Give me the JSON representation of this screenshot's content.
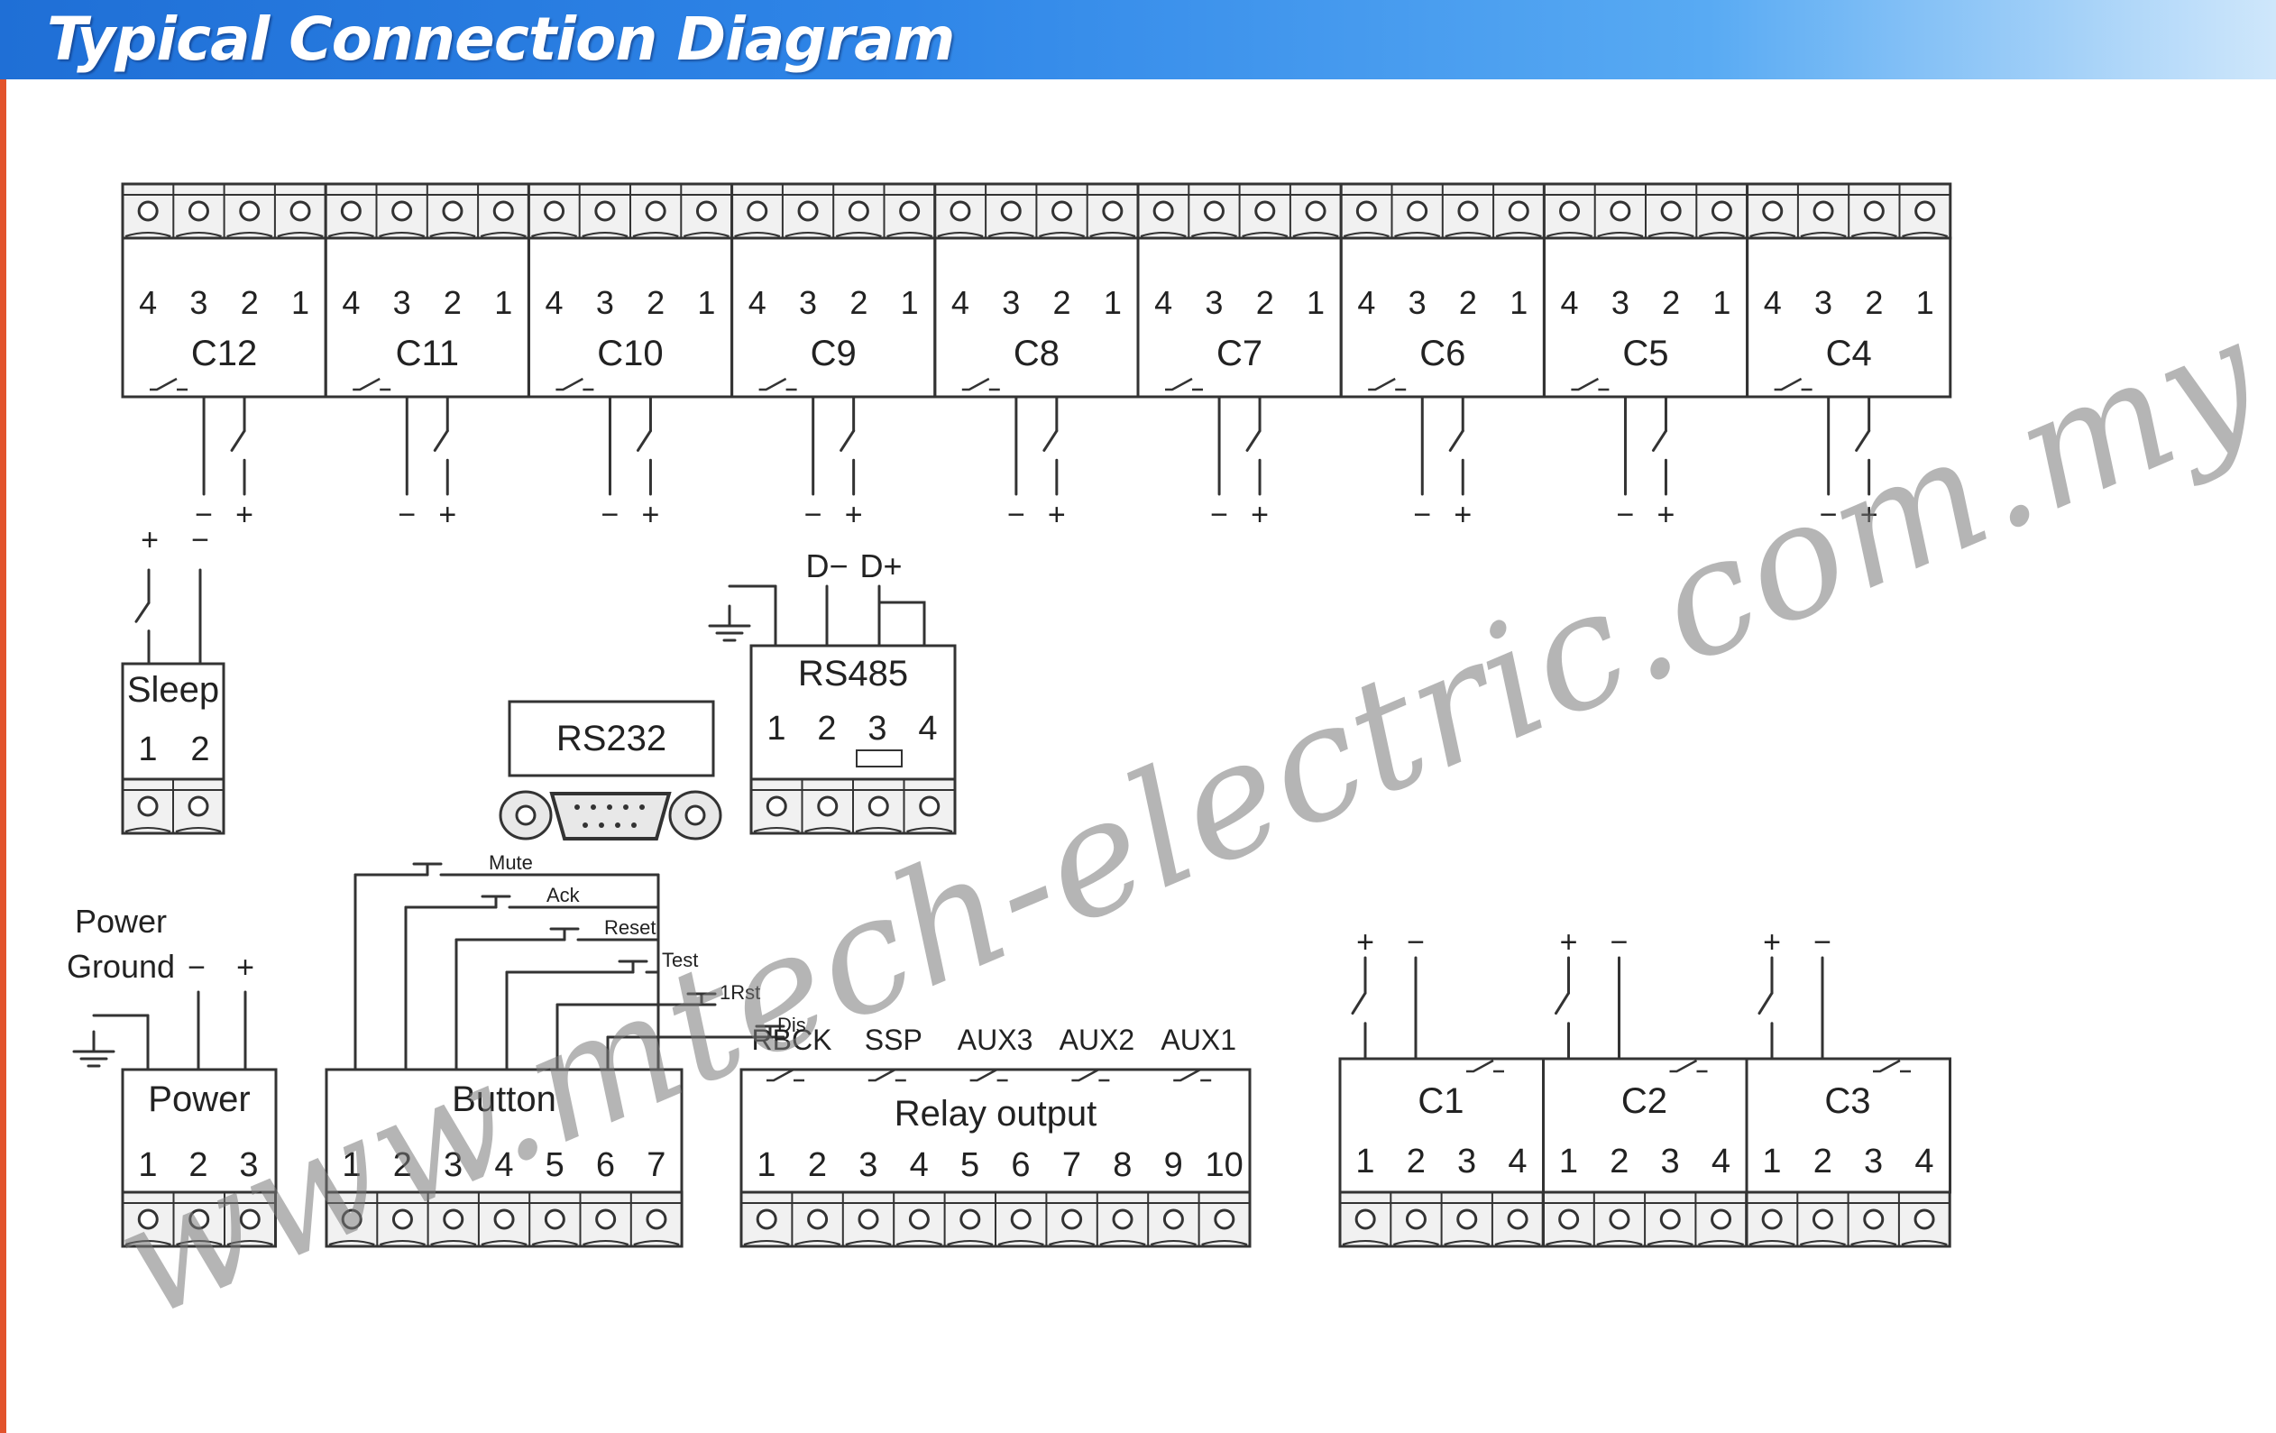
{
  "title": "Typical Connection Diagram",
  "watermark": "www.mtech-electric.com.my",
  "top_channels": [
    "C12",
    "C11",
    "C10",
    "C9",
    "C8",
    "C7",
    "C6",
    "C5",
    "C4"
  ],
  "top_pin_labels": [
    "4",
    "3",
    "2",
    "1"
  ],
  "polarity": {
    "minus": "−",
    "plus": "+"
  },
  "sleep": {
    "label": "Sleep",
    "pins": [
      "1",
      "2"
    ],
    "signs": [
      "+",
      "−"
    ]
  },
  "rs232": {
    "label": "RS232"
  },
  "rs485": {
    "label": "RS485",
    "pins": [
      "1",
      "2",
      "3",
      "4"
    ],
    "lines": [
      "D−",
      "D+"
    ]
  },
  "power": {
    "label": "Power",
    "pins": [
      "1",
      "2",
      "3"
    ],
    "note_line1": "Power",
    "note_line2": "Ground",
    "signs": [
      "−",
      "+"
    ]
  },
  "button": {
    "label": "Button",
    "pins": [
      "1",
      "2",
      "3",
      "4",
      "5",
      "6",
      "7"
    ],
    "switches": [
      "Mute",
      "Ack",
      "Reset",
      "Test",
      "1Rst",
      "Dis"
    ]
  },
  "relay": {
    "label": "Relay output",
    "pins": [
      "1",
      "2",
      "3",
      "4",
      "5",
      "6",
      "7",
      "8",
      "9",
      "10"
    ],
    "outputs": [
      "RBCK",
      "SSP",
      "AUX3",
      "AUX2",
      "AUX1"
    ]
  },
  "bottom_channels": [
    "C1",
    "C2",
    "C3"
  ],
  "bottom_pin_labels": [
    "1",
    "2",
    "3",
    "4"
  ],
  "bottom_signs": [
    "+",
    "−"
  ],
  "colors": {
    "header_start": "#1f6fd6",
    "header_end": "#cfe7fb",
    "accent_strip": "#e2532c",
    "line": "#333333"
  }
}
